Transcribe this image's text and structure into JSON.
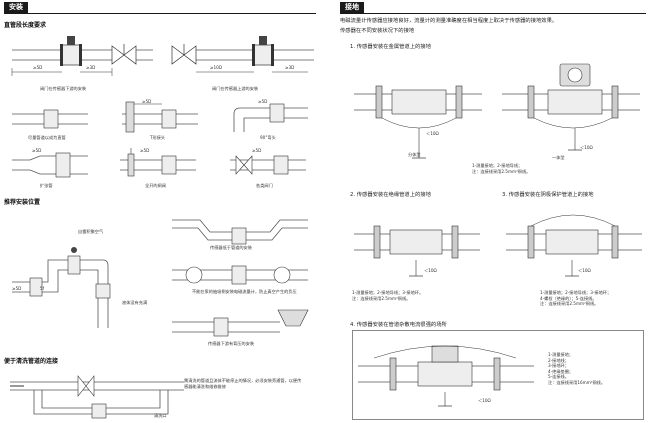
{
  "left": {
    "header": "安装",
    "section1": {
      "title": "直管段长度要求",
      "captions": [
        "阀门在传感器下游的安装",
        "阀门在传感器上游的安装",
        "尽量管道以成为直管",
        "T形接头",
        "90°弯头",
        "扩张管",
        "全开的闸阀",
        "各类阀门"
      ],
      "dims": [
        "≥5D",
        "≥3D",
        "≥10D",
        "≥3D",
        "≥5D",
        "≥5D",
        "≥5D",
        "≥5D",
        "≥5D"
      ]
    },
    "section2": {
      "title": "推荐安装位置",
      "captions": [
        "自雷积聚空气",
        "传感器低于管道的安装",
        "不能在泵的抽吸侧安装电磁流量计，防止真空产生的负压",
        "液体没有充满",
        "传感器下游有背压的安装"
      ],
      "marks": [
        "≥5D",
        "5f"
      ]
    },
    "section3": {
      "title": "便于清洗管道的连接",
      "note": "需清洗的管道且流体不能停止的情况，必须安装旁通管，以便传感器能清洗和维修维修",
      "outlet": "清洗口"
    }
  },
  "right": {
    "header": "接地",
    "intro1": "电磁流量计传感器应接地良好，流量计的测量准确度在相当程度上取决于传感器的接地效果。",
    "intro2": "传感器在不同安装状况下的接地",
    "fig1": {
      "title": "1. 传感器安装在金属管道上的接地",
      "left_caption": "分体型",
      "right_caption": "一体型",
      "ohm": "＜10Ω",
      "note": "1-测量接地；2-接地导线；\n注：连接线采用2.5mm²铜线。"
    },
    "fig2": {
      "title": "2. 传感器安装在绝缘管道上的接地",
      "ohm": "＜10Ω",
      "note": "1-测量接地；2-接地导线；3-接地环。\n注：连接线采用2.5mm²铜线。"
    },
    "fig3": {
      "title": "3. 传感器安装在阴极保护管道上的接地",
      "ohm": "＜10Ω",
      "note": "1-测量接地；2-接地导线；3-接地环；\n4-螺栓（绝缘的）；5-连接线。\n注：连接线采用2.5mm²铜线。"
    },
    "fig4": {
      "title": "4. 传感器安装在管道杂散电流很强的场所",
      "ohm": "＜10Ω",
      "note": "1-测量接地；\n2-接地线；\n3-接地环；\n4-绝缘垫圈；\n5-连接线。\n注：连接线采用16mm²铜线。"
    }
  }
}
